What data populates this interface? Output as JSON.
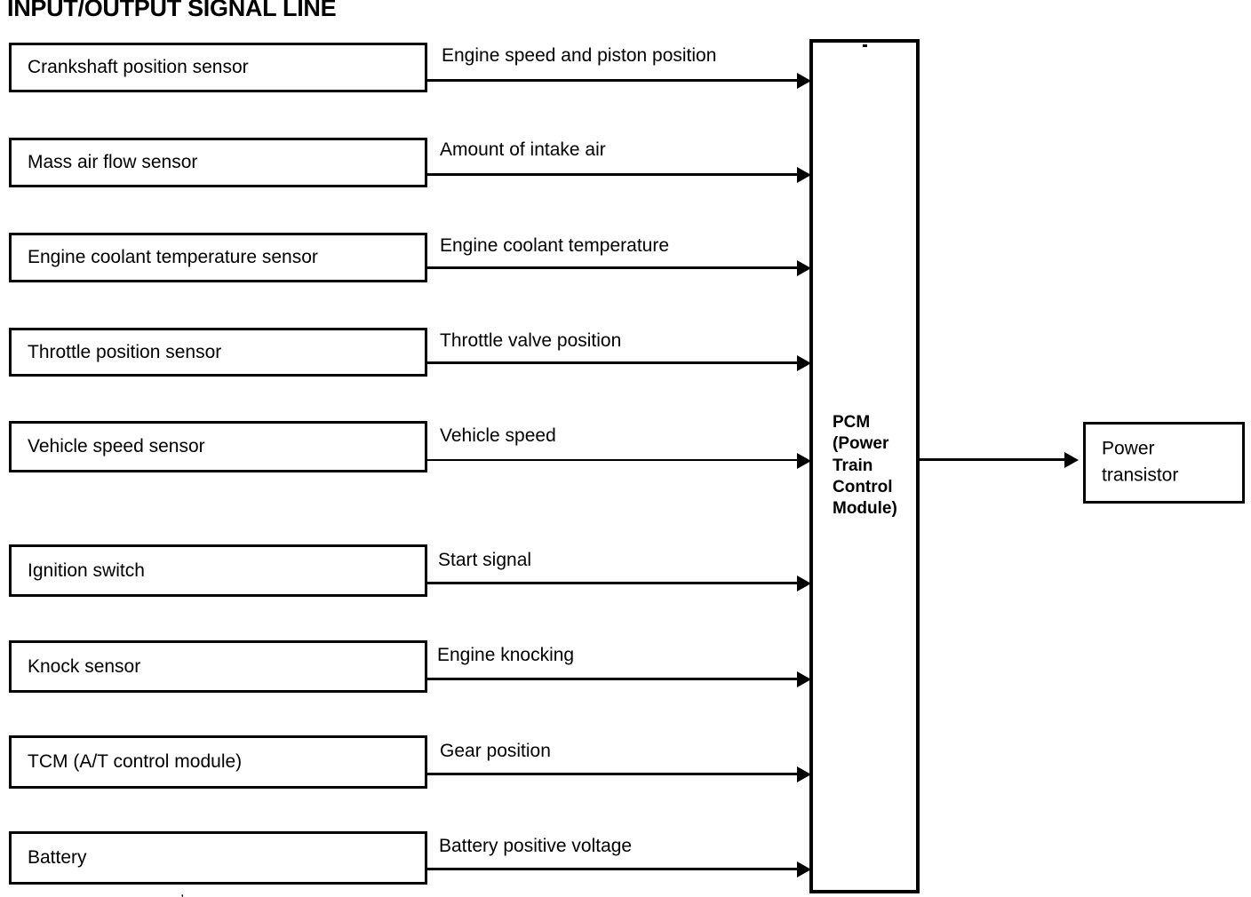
{
  "diagram": {
    "title": "INPUT/OUTPUT SIGNAL LINE",
    "type": "block-diagram",
    "inputs": [
      {
        "node": "Crankshaft position sensor",
        "signal": "Engine speed and piston position"
      },
      {
        "node": "Mass air flow sensor",
        "signal": "Amount of intake air"
      },
      {
        "node": "Engine coolant temperature sensor",
        "signal": "Engine coolant temperature"
      },
      {
        "node": "Throttle position sensor",
        "signal": "Throttle valve position"
      },
      {
        "node": "Vehicle speed sensor",
        "signal": "Vehicle speed"
      },
      {
        "node": "Ignition switch",
        "signal": "Start signal"
      },
      {
        "node": "Knock sensor",
        "signal": "Engine knocking"
      },
      {
        "node": "TCM (A/T control module)",
        "signal": "Gear position"
      },
      {
        "node": "Battery",
        "signal": "Battery positive voltage"
      }
    ],
    "controller": {
      "label": "PCM\n(Power\nTrain\nControl\nModule)"
    },
    "output": {
      "label": "Power\ntransistor"
    },
    "colors": {
      "stroke": "#000000",
      "background": "#ffffff",
      "text": "#000000"
    }
  }
}
